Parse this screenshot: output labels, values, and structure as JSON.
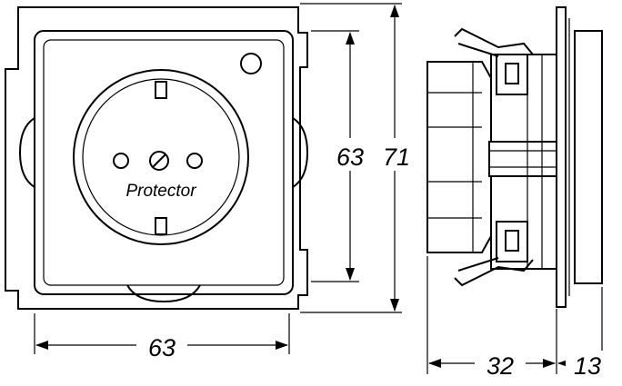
{
  "front_view": {
    "brand_label": "Protector",
    "width_dimension": "63",
    "height_dimension": "63",
    "frame_dimension": "71"
  },
  "side_view": {
    "depth_dimension": "32",
    "plate_dimension": "13"
  }
}
